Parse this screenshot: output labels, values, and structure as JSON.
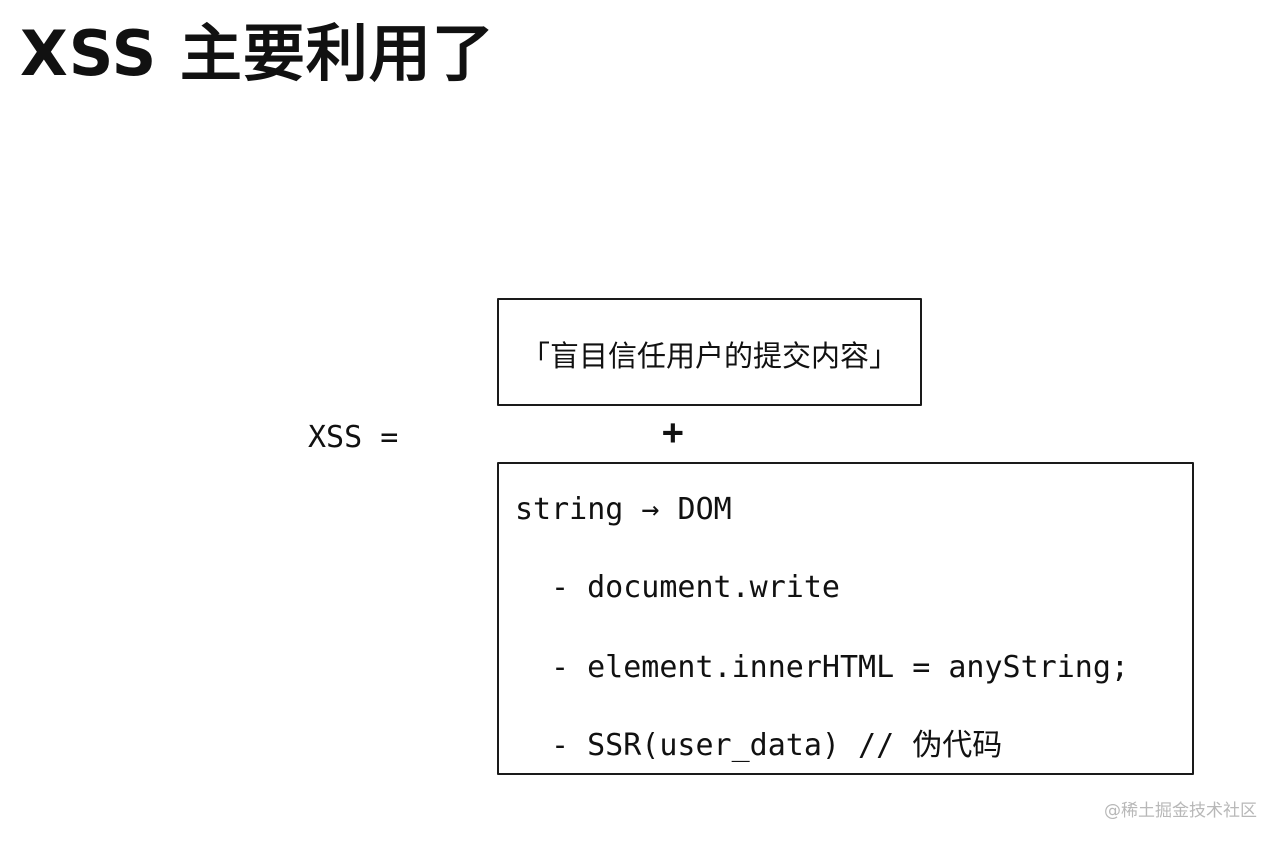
{
  "title": "XSS 主要利用了",
  "formula": {
    "lhs": "XSS =",
    "operator": "+",
    "trust_box": {
      "text": "「盲目信任用户的提交内容」"
    },
    "dom_box": {
      "lines": [
        "string → DOM",
        "- document.write",
        "- element.innerHTML = anyString;",
        "- SSR(user_data) // 伪代码"
      ]
    }
  },
  "watermark": "@稀土掘金技术社区"
}
